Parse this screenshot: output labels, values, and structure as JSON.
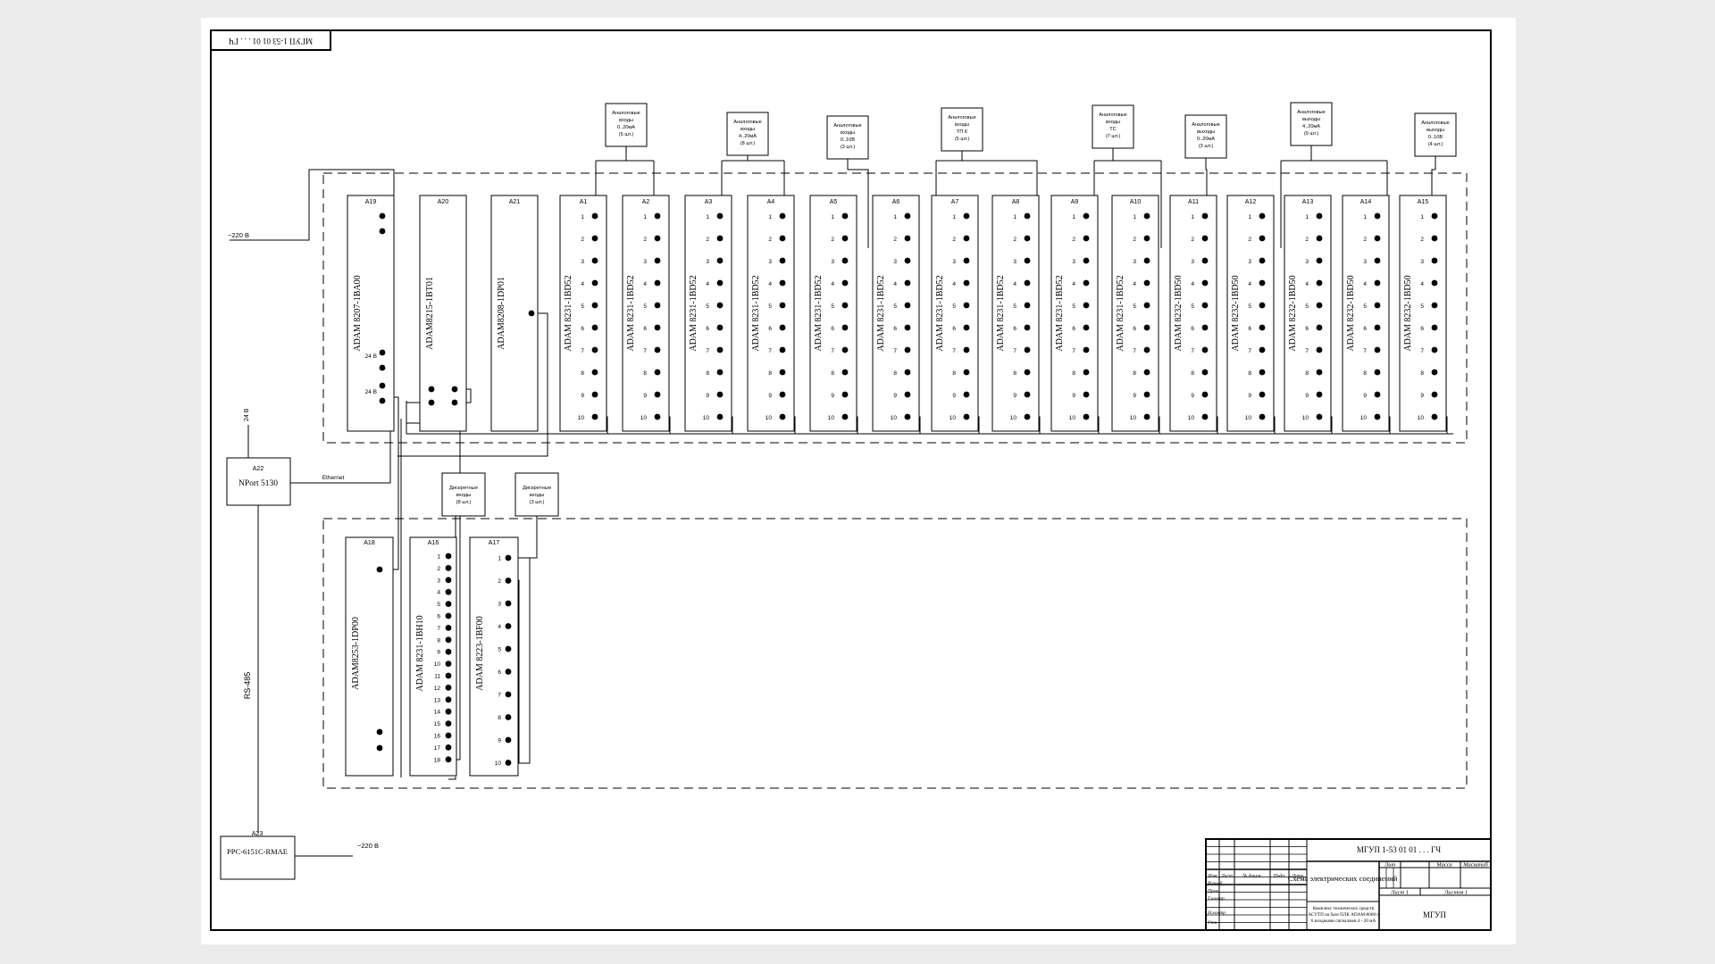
{
  "stamp_text": "МГУП 1-53 01 01 . . . ГЧ",
  "power_label": "~220 В",
  "v24_label": "24 В",
  "ethernet_label": "Ethernet",
  "rs485_label": "RS-485",
  "nport": {
    "id": "A22",
    "model": "NPort 5130"
  },
  "ppc": {
    "id": "A23",
    "model": "PPC-6151C-RMAE"
  },
  "top_rack": [
    {
      "id": "A19",
      "model": "ADAM 8207-1BA00"
    },
    {
      "id": "A20",
      "model": "ADAM8215-1BT01"
    },
    {
      "id": "A21",
      "model": "ADAM8208-1DP01"
    }
  ],
  "io_modules": [
    {
      "id": "A1",
      "model": "ADAM 8231-1BD52",
      "channels": 10
    },
    {
      "id": "A2",
      "model": "ADAM 8231-1BD52",
      "channels": 10
    },
    {
      "id": "A3",
      "model": "ADAM 8231-1BD52",
      "channels": 10
    },
    {
      "id": "A4",
      "model": "ADAM 8231-1BD52",
      "channels": 10
    },
    {
      "id": "A5",
      "model": "ADAM 8231-1BD52",
      "channels": 10
    },
    {
      "id": "A6",
      "model": "ADAM 8231-1BD52",
      "channels": 10
    },
    {
      "id": "A7",
      "model": "ADAM 8231-1BD52",
      "channels": 10
    },
    {
      "id": "A8",
      "model": "ADAM 8231-1BD52",
      "channels": 10
    },
    {
      "id": "A9",
      "model": "ADAM 8231-1BD52",
      "channels": 10
    },
    {
      "id": "A10",
      "model": "ADAM 8231-1BD52",
      "channels": 10
    },
    {
      "id": "A11",
      "model": "ADAM 8232-1BD50",
      "channels": 10
    },
    {
      "id": "A12",
      "model": "ADAM 8232-1BD50",
      "channels": 10
    },
    {
      "id": "A13",
      "model": "ADAM 8232-1BD50",
      "channels": 10
    },
    {
      "id": "A14",
      "model": "ADAM 8232-1BD50",
      "channels": 10
    },
    {
      "id": "A15",
      "model": "ADAM 8232-1BD50",
      "channels": 10
    }
  ],
  "signal_boxes": [
    {
      "lines": [
        "Аналоговые",
        "входы",
        "0..20мА",
        "(5 шт.)"
      ]
    },
    {
      "lines": [
        "Аналоговые",
        "входы",
        "4..20мА",
        "(8 шт.)"
      ]
    },
    {
      "lines": [
        "Аналоговые",
        "входы",
        "0..10В",
        "(3 шт.)"
      ]
    },
    {
      "lines": [
        "Аналоговые",
        "входы",
        "ТП К",
        "(5 шт.)"
      ]
    },
    {
      "lines": [
        "Аналоговые",
        "входы",
        "ТС",
        "(7 шт.)"
      ]
    },
    {
      "lines": [
        "Аналоговые",
        "выходы",
        "0..20мА",
        "(3 шт.)"
      ]
    },
    {
      "lines": [
        "Аналоговые",
        "выходы",
        "4..20мА",
        "(9 шт.)"
      ]
    },
    {
      "lines": [
        "Аналоговые",
        "выходы",
        "0..10В",
        "(4 шт.)"
      ]
    }
  ],
  "discrete_boxes": [
    {
      "lines": [
        "Дискретные",
        "входы",
        "(8 шт.)"
      ]
    },
    {
      "lines": [
        "Дискретные",
        "входы",
        "(3 шт.)"
      ]
    }
  ],
  "bottom_rack": [
    {
      "id": "A18",
      "model": "ADAM8253-1DP00",
      "channels": 0
    },
    {
      "id": "A16",
      "model": "ADAM 8231-1BH10",
      "channels": 18
    },
    {
      "id": "A17",
      "model": "ADAM 8223-1BF00",
      "channels": 10
    }
  ],
  "title_block": {
    "code": "МГУП 1-53 01 01 . . . ГЧ",
    "title": "Схема электрических соединений",
    "description": "Комплекс технических средств АСУТП на базе ПЛК ADAM-8000 с 6 входными сигналами 4 - 20 мА",
    "org": "МГУП",
    "lit": "Лит",
    "mass": "Масса",
    "scale": "Масштаб",
    "sheet": "Лист 1",
    "sheets": "Листов 1",
    "rows": [
      "Изм",
      "Лист",
      "№ докум.",
      "Подп.",
      "Дата"
    ],
    "roles": [
      "Разраб",
      "Пров.",
      "Т.контр.",
      "Н.контр",
      "Утв."
    ]
  }
}
